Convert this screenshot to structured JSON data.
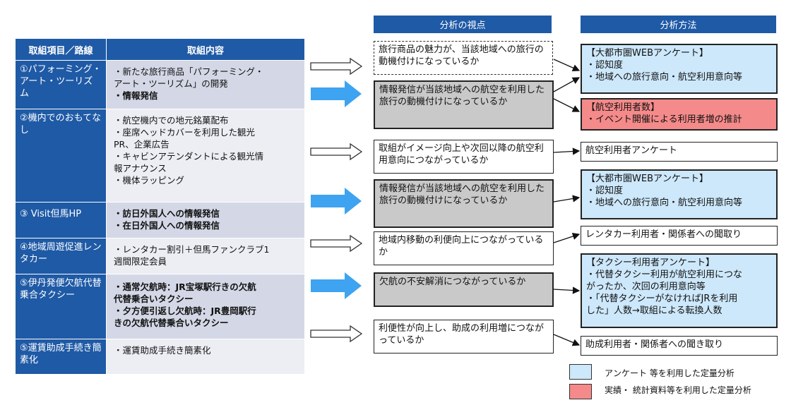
{
  "table": {
    "header_item": "取組項目／路線",
    "header_content": "取組内容",
    "rows": [
      {
        "item": "①パフォーミング・アート・ツーリズム",
        "lines": [
          "・新たな旅行商品「パフォーミング・",
          "アート・ツーリズム」の開発",
          "・情報発信"
        ]
      },
      {
        "item": "②機内でのおもてなし",
        "lines": [
          "・航空機内での地元銘菓配布",
          "・座席ヘッドカバーを利用した観光",
          "PR、企業広告",
          "・キャビンアテンダントによる観光情",
          "報アナウンス",
          "・機体ラッピング"
        ]
      },
      {
        "item": "③ Visit但馬HP",
        "lines": [
          "・訪日外国人への情報発信",
          "・在日外国人への情報発信"
        ]
      },
      {
        "item": "④地域周遊促進レンタカー",
        "lines": [
          "・レンタカー割引＋但馬ファンクラブ1",
          "週間限定会員"
        ]
      },
      {
        "item": "⑤伊丹発便欠航代替乗合タクシー",
        "lines": [
          "・通常欠航時：JR宝塚駅行きの欠航",
          "代替乗合いタクシー",
          "・夕方便引返し欠航時：JR豊岡駅行",
          "きの欠航代替乗合いタクシー"
        ]
      },
      {
        "item": "⑤運賃助成手続き簡素化",
        "lines": [
          "・運賃助成手続き簡素化"
        ]
      }
    ]
  },
  "viewpoint": {
    "header": "分析の視点",
    "boxes": [
      "旅行商品の魅力が、当該地域への旅行の動機付けになっているか",
      "情報発信が当該地域への航空を利用した旅行の動機付けになっているか",
      "取組がイメージ向上や次回以降の航空利用意向につながっているか",
      "情報発信が当該地域への航空を利用した旅行の動機付けになっているか",
      "地域内移動の利便向上につながっているか",
      "欠航の不安解消につながっているか",
      "利便性が向上し、助成の利用増につながっているか"
    ]
  },
  "method": {
    "header": "分析方法",
    "boxes": [
      {
        "lines": [
          "【大都市圏WEBアンケート】",
          "・認知度",
          "・地域への旅行意向・航空利用意向等"
        ]
      },
      {
        "lines": [
          "【航空利用者数】",
          "・イベント開催による利用者増の推計"
        ]
      },
      {
        "lines": [
          "航空利用者アンケート"
        ]
      },
      {
        "lines": [
          "【大都市圏WEBアンケート】",
          "・認知度",
          "・地域への旅行意向・航空利用意向等"
        ]
      },
      {
        "lines": [
          "レンタカー利用者・関係者への聞取り"
        ]
      },
      {
        "lines": [
          "【タクシー利用者アンケート】",
          "・代替タクシー利用が航空利用につな",
          "がったか、次回の利用意向等",
          "・「代替タクシーがなければJRを利用",
          "した」人数→取組による転換人数"
        ]
      },
      {
        "lines": [
          "助成利用者・関係者への聞き取り"
        ]
      }
    ]
  },
  "legend": {
    "blue_label": "アンケート 等を利用した定量分析",
    "red_label": "実績・ 統計資料等を利用した定量分析",
    "blue_color": "#cde8fb",
    "red_color": "#f58a8a"
  },
  "colors": {
    "header_blue": "#1f5aa6",
    "arrow_blue": "#3ea3f0"
  }
}
